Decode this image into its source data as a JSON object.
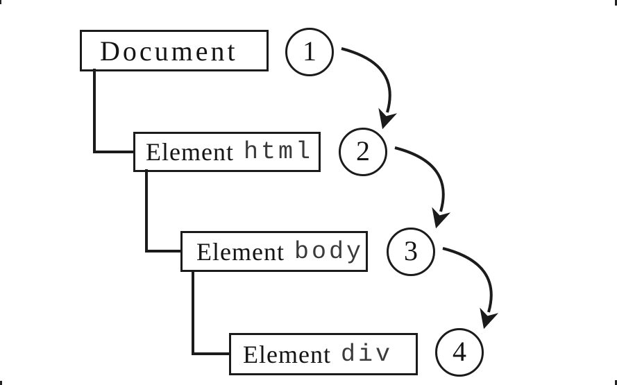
{
  "diagram": {
    "background": "#ffffff",
    "ink_color": "#1b1b1b",
    "nodes": [
      {
        "name": "Document",
        "tag": ""
      },
      {
        "name": "Element",
        "tag": "html"
      },
      {
        "name": "Element",
        "tag": "body"
      },
      {
        "name": "Element",
        "tag": "div"
      }
    ],
    "steps": [
      "1",
      "2",
      "3",
      "4"
    ]
  }
}
